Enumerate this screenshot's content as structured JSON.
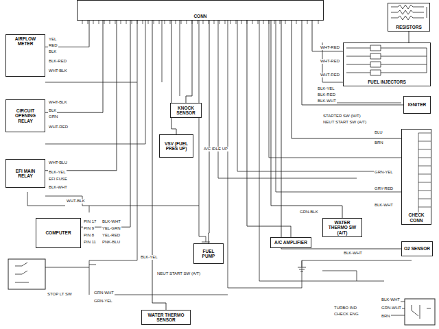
{
  "diagram": {
    "nodes": [
      {
        "text": [
          "CONN"
        ]
      },
      {
        "text": [
          "AIRFLOW METER"
        ]
      },
      {
        "text": [
          "CIRCUIT OPENING RELAY"
        ]
      },
      {
        "text": [
          "EFI MAIN RELAY"
        ]
      },
      {
        "text": [
          "COMPUTER"
        ]
      },
      {
        "text": [
          "RESISTORS"
        ]
      },
      {
        "text": [
          "FUEL INJECTORS"
        ]
      },
      {
        "text": [
          "IGNITER"
        ]
      },
      {
        "text": [
          "CHECK CONN"
        ]
      },
      {
        "text": [
          "O2 SENSOR"
        ]
      },
      {
        "text": [
          "KNOCK SENSOR"
        ]
      },
      {
        "text": [
          "VSV (FUEL PRES UP)"
        ]
      },
      {
        "text": [
          "FUEL PUMP"
        ]
      },
      {
        "text": [
          "WATER THERMO SENSOR"
        ]
      },
      {
        "text": [
          "WATER THERMO SW (A/T)"
        ]
      },
      {
        "text": [
          "A/C AMPLIFIER"
        ]
      }
    ],
    "edges": [
      {
        "from": 1,
        "to": 0,
        "arrow": "none"
      },
      {
        "from": 2,
        "to": 0,
        "arrow": "none"
      },
      {
        "from": 3,
        "to": 0,
        "arrow": "none"
      },
      {
        "from": 4,
        "to": 0,
        "arrow": "none"
      },
      {
        "from": 6,
        "to": 0,
        "arrow": "none"
      },
      {
        "from": 7,
        "to": 0,
        "arrow": "none"
      },
      {
        "from": 8,
        "to": 0,
        "arrow": "none"
      },
      {
        "from": 9,
        "to": 0,
        "arrow": "none"
      },
      {
        "from": 10,
        "to": 0,
        "arrow": "none"
      },
      {
        "from": 11,
        "to": 0,
        "arrow": "none"
      },
      {
        "from": 12,
        "to": 0,
        "arrow": "none"
      },
      {
        "from": 13,
        "to": 0,
        "arrow": "none"
      },
      {
        "from": 14,
        "to": 0,
        "arrow": "none"
      },
      {
        "from": 15,
        "to": 0,
        "arrow": "none"
      },
      {
        "from": 5,
        "to": 6,
        "arrow": "none"
      }
    ],
    "labels": [
      "YEL",
      "RED",
      "BLK",
      "BLK-RED",
      "WHT-BLK",
      "WHT-BLK",
      "BLK",
      "GRN",
      "WHT-RED",
      "WHT-BLU",
      "BLK-YEL",
      "EFI FUSE",
      "BLK-WHT",
      "WHT-BLK",
      "PIN 17",
      "BLK-WHT",
      "PIN 9",
      "YEL-GRN",
      "PIN 8",
      "YEL-RED",
      "PIN 11",
      "PNK-BLU",
      "STOP LT SW",
      "GRN-WHT",
      "GRN-YEL",
      "NEUT START SW (A/T)",
      "BLK-YEL",
      "BLK-YEL",
      "BLK-RED",
      "BLK-WHT",
      "STARTER SW (M/T)",
      "NEUT START SW (A/T)",
      "WHT-RED",
      "WHT-RED",
      "WHT-RED",
      "BLU",
      "BRN",
      "GRN-YEL",
      "GRY-RED",
      "BLK-WHT",
      "A/C IDLE UP",
      "GRN-BLK",
      "BLK-WHT",
      "TURBO IND",
      "CHECK ENG",
      "BLK-WHT",
      "GRN-WHT",
      "BRN"
    ]
  }
}
